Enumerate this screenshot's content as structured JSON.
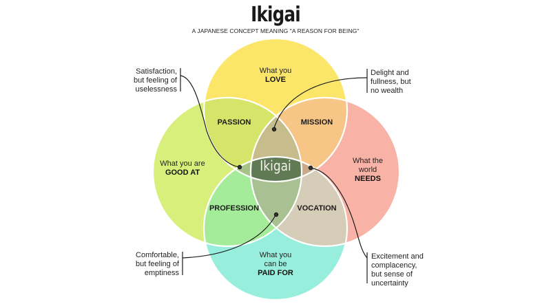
{
  "header": {
    "title": "Ikigai",
    "subtitle": "A JAPANESE CONCEPT MEANING \"A REASON FOR BEING\""
  },
  "circles": {
    "love": {
      "line1": "What you",
      "strong": "LOVE",
      "color": "#fbe66a"
    },
    "good_at": {
      "line1": "What you are",
      "strong": "GOOD AT",
      "color": "#d9ef7c"
    },
    "needs": {
      "line1": "What the",
      "line2": "world",
      "strong": "NEEDS",
      "color": "#f8b3a6"
    },
    "paid_for": {
      "line1": "What you",
      "line2": "can be",
      "strong": "PAID FOR",
      "color": "#98eedc"
    }
  },
  "overlaps": {
    "passion": {
      "label": "PASSION",
      "color": "#d7e46a"
    },
    "mission": {
      "label": "MISSION",
      "color": "#f7c586"
    },
    "profession": {
      "label": "PROFESSION",
      "color": "#a4ec9a"
    },
    "vocation": {
      "label": "VOCATION",
      "color": "#d6cdb8"
    },
    "triple_top": "#c6bc8c",
    "triple_left": "#a6c288",
    "triple_right": "#c9ab8c",
    "triple_bottom": "#a9c192",
    "center": {
      "label": "Ikigai",
      "color": "#5f7a54"
    }
  },
  "notes": {
    "top_left": [
      "Satisfaction,",
      "but feeling of",
      "uselessness"
    ],
    "top_right": [
      "Delight and",
      "fullness, but",
      "no wealth"
    ],
    "bottom_left": [
      "Comfortable,",
      "but feeling of",
      "emptiness"
    ],
    "bottom_right": [
      "Excitement and",
      "complacency,",
      "but sense of",
      "uncertainty"
    ]
  }
}
